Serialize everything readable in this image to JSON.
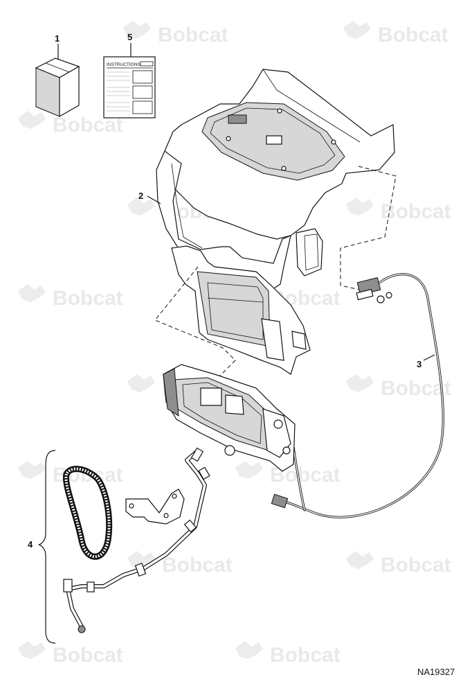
{
  "watermark": {
    "brand_text": "Bobcat"
  },
  "callouts": [
    "1",
    "2",
    "3",
    "4",
    "5"
  ],
  "instructions_sheet": {
    "title": "INSTRUCTIONS"
  },
  "document_id": "NA19327"
}
